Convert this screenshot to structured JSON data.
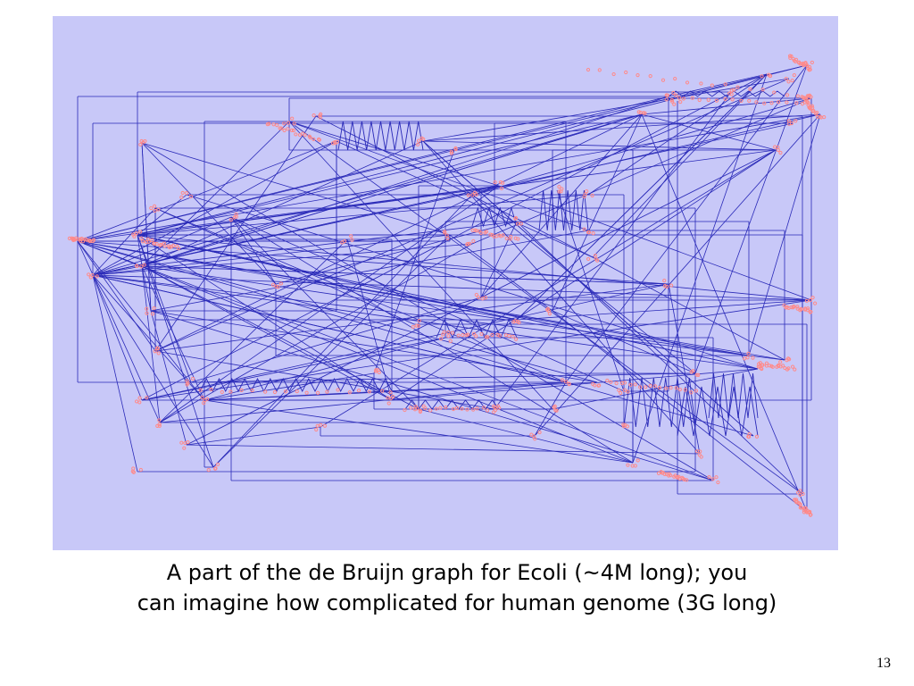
{
  "caption": {
    "line1": "A part of the de Bruijn graph for Ecoli (~4M long); you",
    "line2": "can imagine how complicated for human genome (3G long)"
  },
  "slide_number": "13",
  "colors": {
    "panel_background": "#c8c8f8",
    "edge": "#2a2ab8",
    "node": "#ff8a8a"
  }
}
